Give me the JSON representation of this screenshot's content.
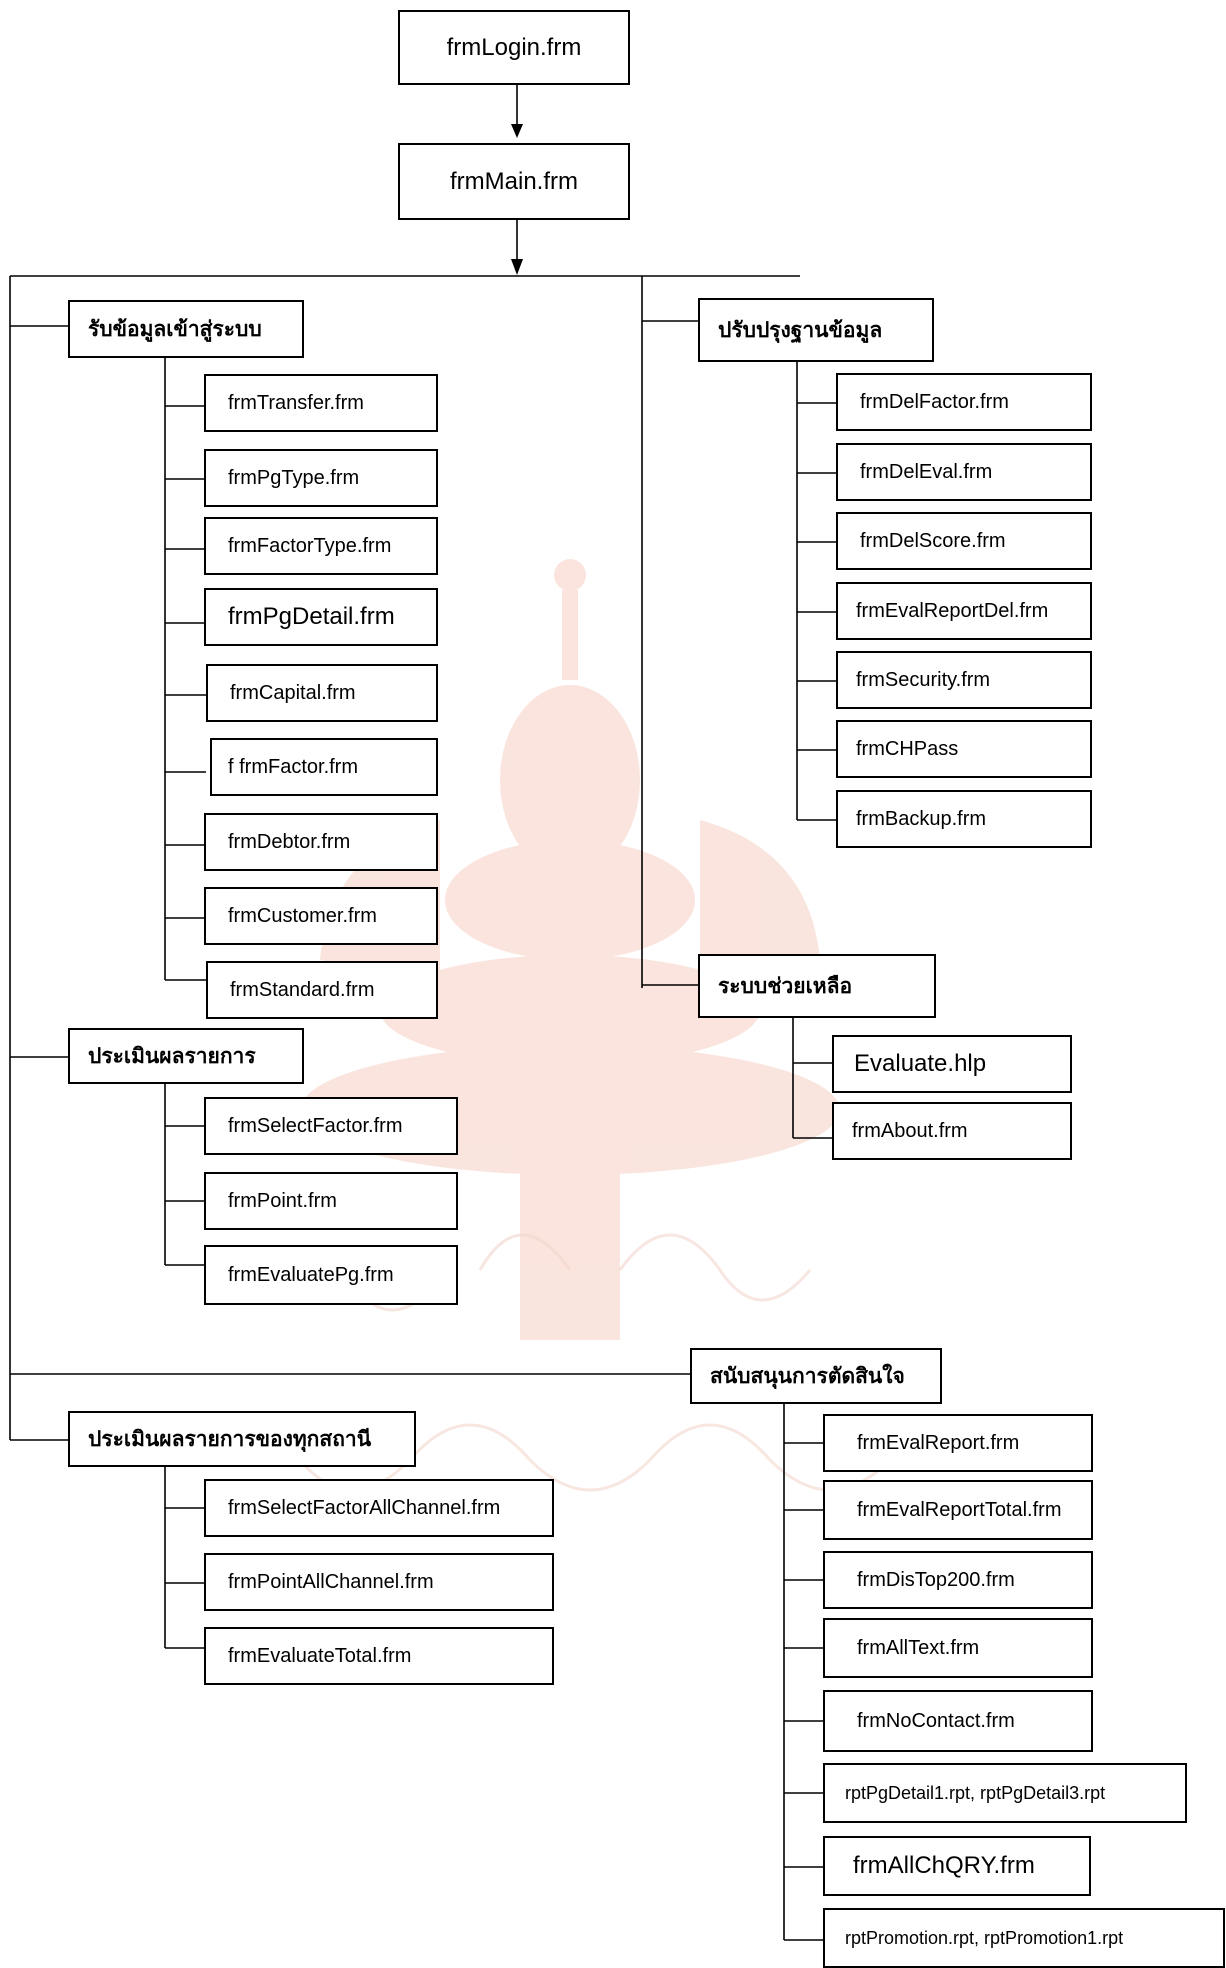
{
  "root": {
    "login": "frmLogin.frm",
    "main": "frmMain.frm"
  },
  "branches": {
    "input": {
      "title": "รับข้อมูลเข้าสู่ระบบ",
      "items": [
        "frmTransfer.frm",
        "frmPgType.frm",
        "frmFactorType.frm",
        "frmPgDetail.frm",
        "frmCapital.frm",
        "f frmFactor.frm",
        "frmDebtor.frm",
        "frmCustomer.frm",
        "frmStandard.frm"
      ]
    },
    "evaluate": {
      "title": "ประเมินผลรายการ",
      "items": [
        "frmSelectFactor.frm",
        "frmPoint.frm",
        "frmEvaluatePg.frm"
      ]
    },
    "evaluate_all": {
      "title": "ประเมินผลรายการของทุกสถานี",
      "items": [
        "frmSelectFactorAllChannel.frm",
        "frmPointAllChannel.frm",
        "frmEvaluateTotal.frm"
      ]
    },
    "maintenance": {
      "title": "ปรับปรุงฐานข้อมูล",
      "items": [
        "frmDelFactor.frm",
        "frmDelEval.frm",
        "frmDelScore.frm",
        "frmEvalReportDel.frm",
        "frmSecurity.frm",
        "frmCHPass",
        "frmBackup.frm"
      ]
    },
    "help": {
      "title": "ระบบช่วยเหลือ",
      "items": [
        "Evaluate.hlp",
        "frmAbout.frm"
      ]
    },
    "decision": {
      "title": "สนับสนุนการตัดสินใจ",
      "items": [
        "frmEvalReport.frm",
        "frmEvalReportTotal.frm",
        "frmDisTop200.frm",
        "frmAllText.frm",
        "frmNoContact.frm",
        "rptPgDetail1.rpt, rptPgDetail3.rpt",
        "frmAllChQRY.frm",
        "rptPromotion.rpt, rptPromotion1.rpt"
      ]
    }
  }
}
